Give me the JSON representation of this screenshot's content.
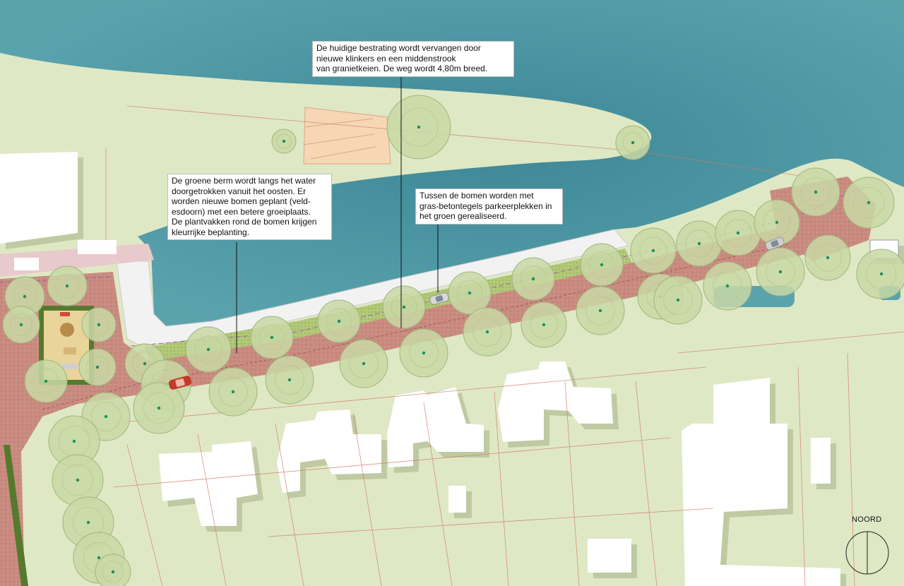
{
  "annotations": {
    "paving": "De huidige bestrating wordt vervangen door\nnieuwe klinkers en een middenstrook\nvan granietkeien. De weg wordt 4,80m breed.",
    "berm": "De groene berm wordt langs het water\ndoorgetrokken vanuit het oosten. Er\nworden nieuwe bomen geplant (veld-\nesdoorn) met een betere groeiplaats.\nDe plantvakken rond de bomen krijgen\nkleurrijke beplanting.",
    "parking": "Tussen de bomen worden met\ngras-betontegels parkeerplekken in\nhet groen gerealiseerd."
  },
  "north_label": "NOORD",
  "colors": {
    "water": "#4f96a3",
    "grass": "#dfe8c4",
    "road": "#c9827a",
    "building": "#ffffff",
    "tree_canopy": "#c9d8a6",
    "tree_center": "#1c8f5a"
  }
}
